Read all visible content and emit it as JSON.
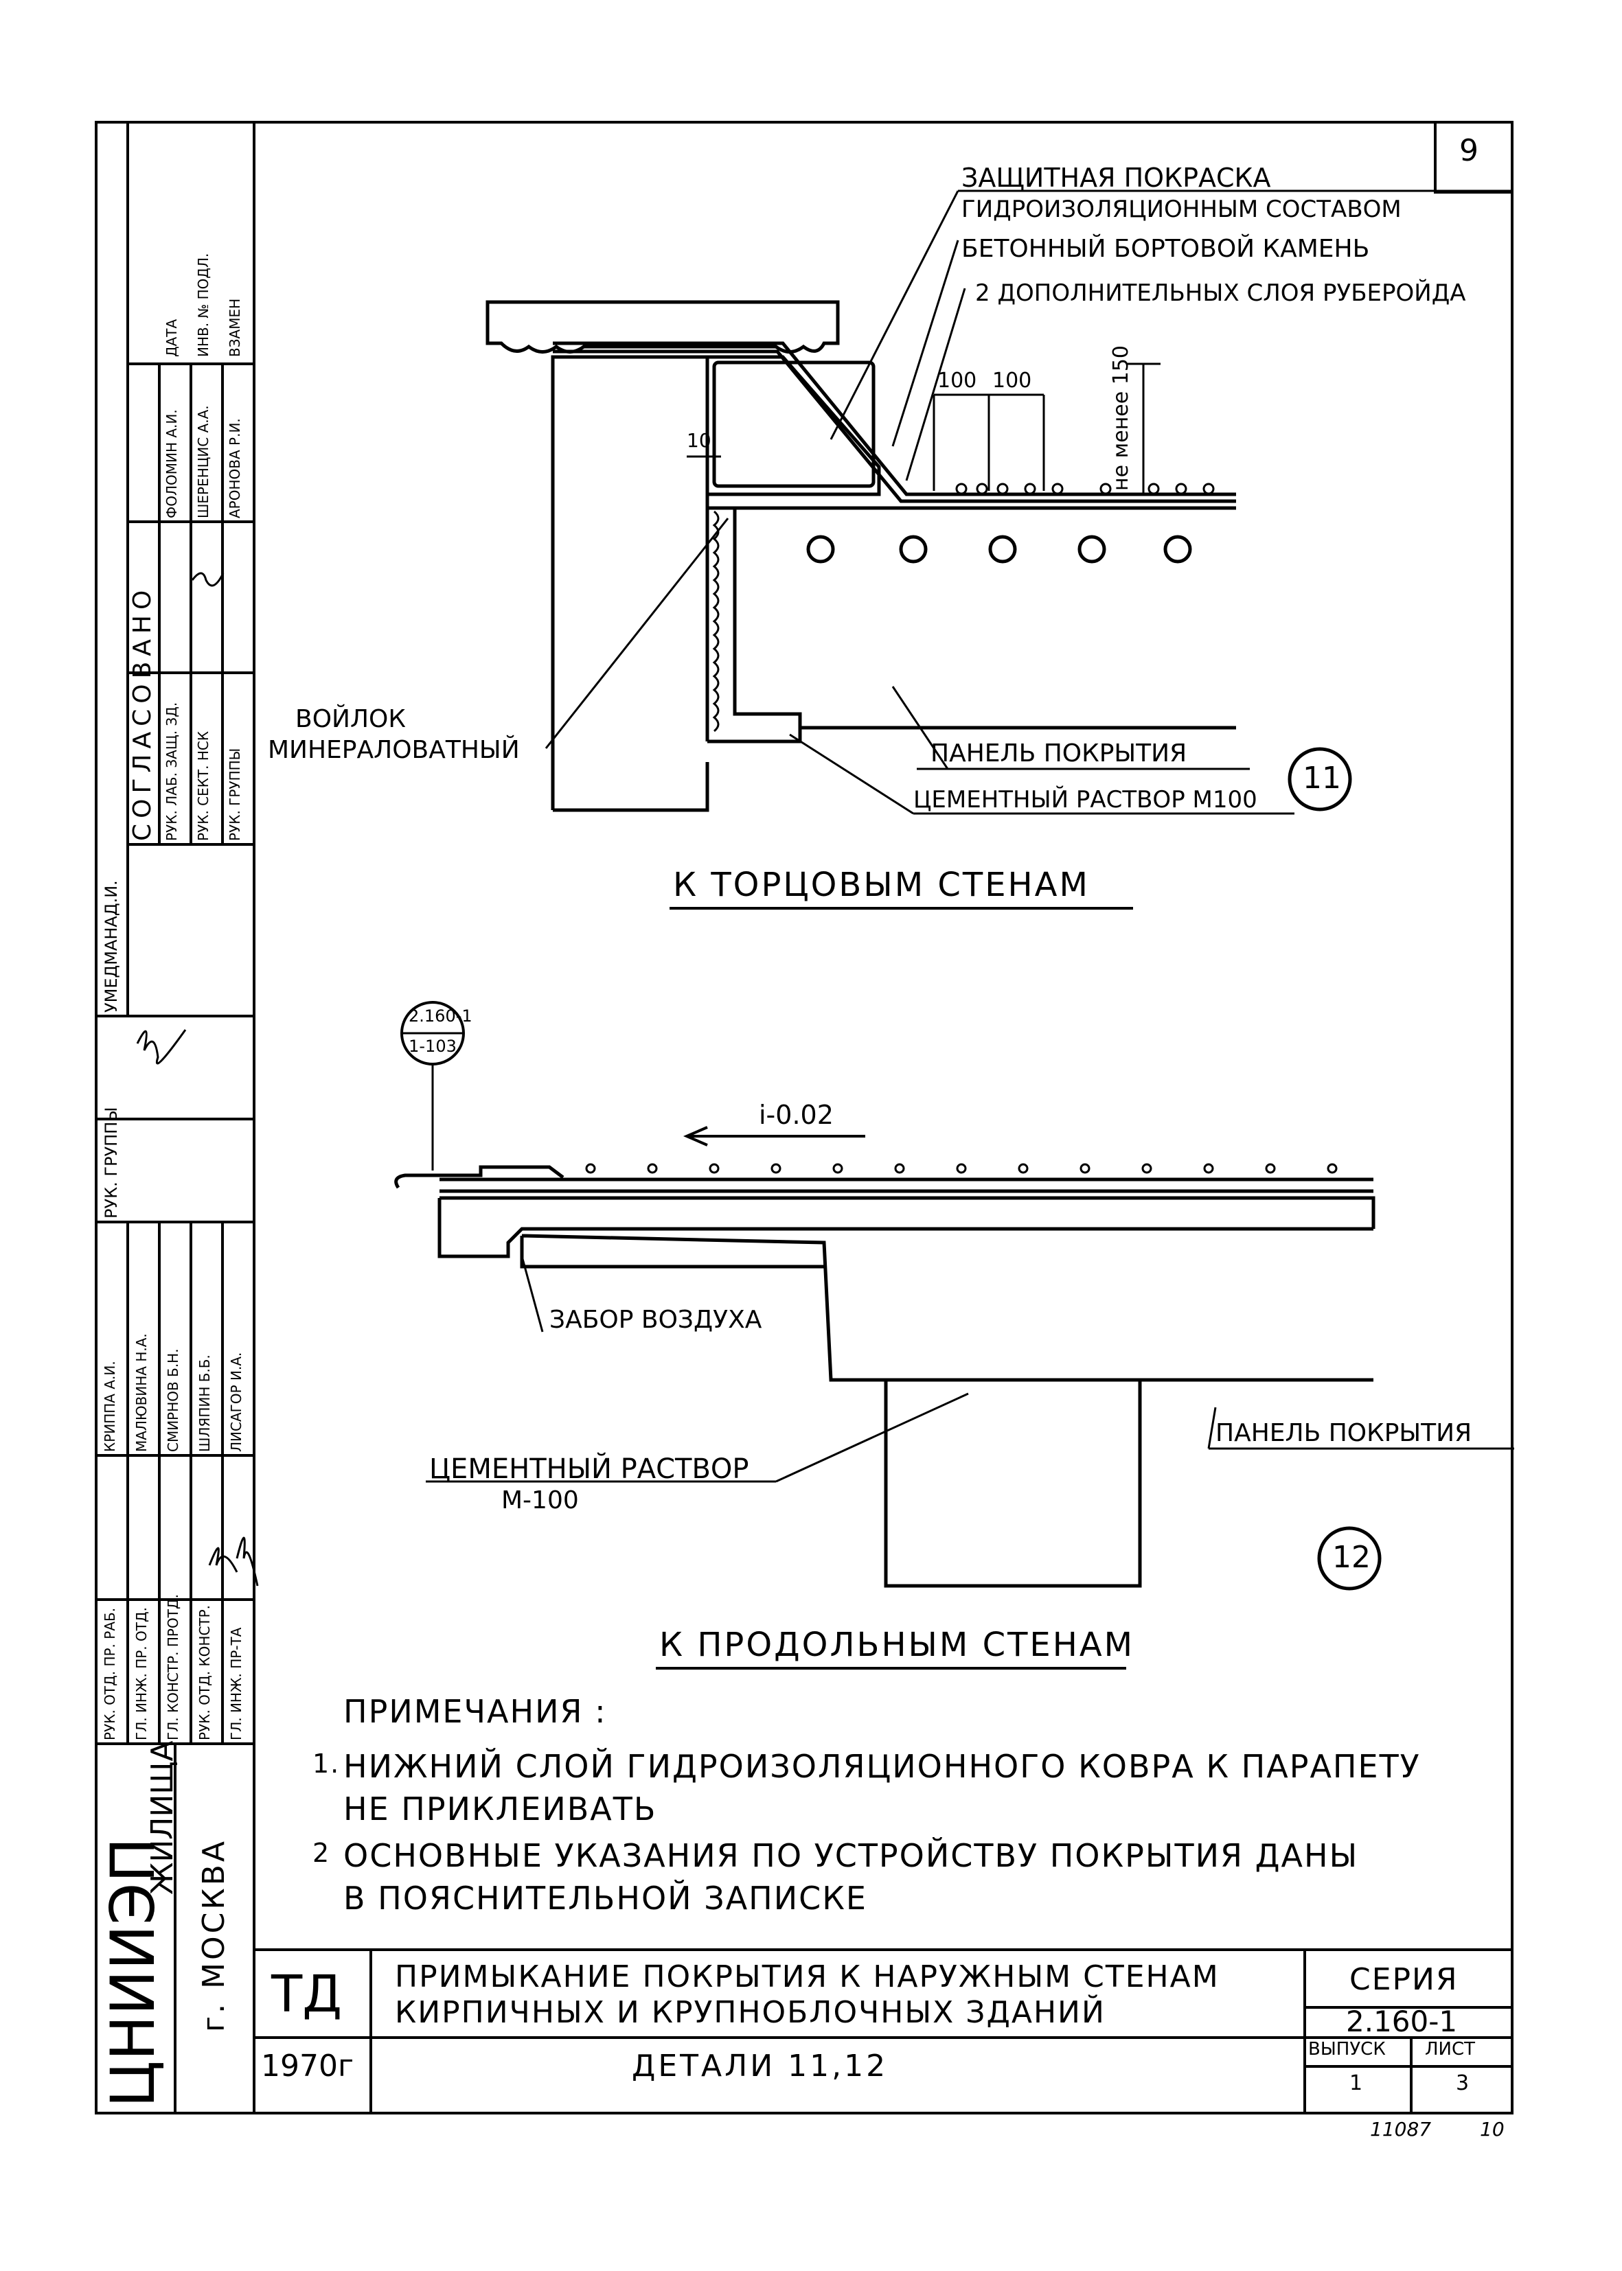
{
  "sheet_corner_number": "9",
  "detail11": {
    "callouts": {
      "protective_paint_1": "ЗАЩИТНАЯ ПОКРАСКА",
      "protective_paint_2": "ГИДРОИЗОЛЯЦИОННЫМ СОСТАВОМ",
      "curb_stone": "БЕТОННЫЙ БОРТОВОЙ КАМЕНЬ",
      "roofing_layers": "2 ДОПОЛНИТЕЛЬНЫХ СЛОЯ РУБЕРОЙДА",
      "felt_1": "ВОЙЛОК",
      "felt_2": "МИНЕРАЛОВАТНЫЙ",
      "panel": "ПАНЕЛЬ ПОКРЫТИЯ",
      "mortar": "ЦЕМЕНТНЫЙ РАСТВОР М100"
    },
    "dims": {
      "d100_a": "100",
      "d100_b": "100",
      "d10": "10",
      "min150": "не менее 150"
    },
    "marker": "11",
    "caption": "К ТОРЦОВЫМ СТЕНАМ"
  },
  "detail12": {
    "ref_top": "2.160-1",
    "ref_bottom": "1-103",
    "slope": "i-0.02",
    "callouts": {
      "air_intake": "ЗАБОР ВОЗДУХА",
      "panel": "ПАНЕЛЬ ПОКРЫТИЯ",
      "mortar_1": "ЦЕМЕНТНЫЙ РАСТВОР",
      "mortar_2": "М-100"
    },
    "marker": "12",
    "caption": "К ПРОДОЛЬНЫМ СТЕНАМ"
  },
  "notes": {
    "heading": "ПРИМЕЧАНИЯ :",
    "items": [
      {
        "num": "1.",
        "line1": "НИЖНИЙ СЛОЙ ГИДРОИЗОЛЯЦИОННОГО КОВРА К ПАРАПЕТУ",
        "line2": "НЕ ПРИКЛЕИВАТЬ"
      },
      {
        "num": "2",
        "line1": "ОСНОВНЫЕ УКАЗАНИЯ ПО УСТРОЙСТВУ ПОКРЫТИЯ ДАНЫ",
        "line2": "В ПОЯСНИТЕЛЬНОЙ ЗАПИСКЕ"
      }
    ]
  },
  "title_block": {
    "code": "ТД",
    "title_line1": "ПРИМЫКАНИЕ ПОКРЫТИЯ К НАРУЖНЫМ СТЕНАМ",
    "title_line2": "КИРПИЧНЫХ И КРУПНОБЛОЧНЫХ ЗДАНИЙ",
    "series_label": "СЕРИЯ",
    "series_value": "2.160-1",
    "year": "1970г",
    "details": "ДЕТАЛИ 11,12",
    "issue_label": "ВЫПУСК",
    "issue_value": "1",
    "sheet_label": "ЛИСТ",
    "sheet_value": "3",
    "archive_number": "11087",
    "archive_sheet": "10"
  },
  "side_stamp": {
    "org": "ЦНИИЭП",
    "org_suffix": "ЖИЛИЩА",
    "city": "г. МОСКВА",
    "agreed": "СОГЛАСОВАНО",
    "agreed_cols": [
      "РУК. ЛАБ. ЗАЩ. ЗД.",
      "РУК. СЕКТ. НСК",
      "РУК. ГРУППЫ"
    ],
    "agreed_names": [
      "ФОЛОМИН А.И.",
      "ШЕРЕНЦИС А.А.",
      "АРОНОВА Р.И."
    ],
    "date": "ДАТА",
    "inv": "ИНВ. № ПОДЛ.",
    "replace": "ВЗАМЕН",
    "roles": [
      "РУК. ОТД. ПР. РАБ.",
      "ГЛ. ИНЖ. ПР. ОТД.",
      "ГЛ. КОНСТР. ПРОТД.",
      "РУК. ОТД. КОНСТР.",
      "ГЛ. ИНЖ. ПР-ТА"
    ],
    "names": [
      "КРИППА А.И.",
      "МАЛЮВИНА Н.А.",
      "СМИРНОВ Б.Н.",
      "ШЛЯПИН Б.Б.",
      "ЛИСАГОР И.А."
    ],
    "group_head_title": "РУК. ГРУППЫ",
    "group_head_name": "УМЕДМАНАД.И."
  }
}
